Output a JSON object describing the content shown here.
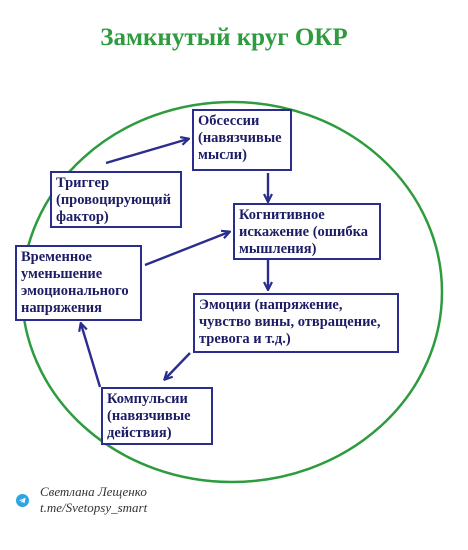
{
  "title": "Замкнутый круг ОКР",
  "colors": {
    "title": "#2e9b3e",
    "circle": "#2e9b3e",
    "box_border": "#2b2d8e",
    "arrow": "#2b2d8e",
    "text": "#1d1d66",
    "telegram": "#2ca5e0"
  },
  "boxes": {
    "trigger": [
      "Триггер",
      "(провоцирующий",
      "фактор)"
    ],
    "obsessions": [
      "Обсессии",
      "(навязчивые",
      "мысли)"
    ],
    "cognitive": [
      "Когнитивное",
      "искажение (ошибка",
      "мышления)"
    ],
    "emotions": [
      "Эмоции (напряжение,",
      "чувство вины, отвращение,",
      "тревога и т.д.)"
    ],
    "compulsions": [
      "Компульсии",
      "(навязчивые",
      "действия)"
    ],
    "relief": [
      "Временное",
      "уменьшение",
      "эмоционального",
      "напряжения"
    ]
  },
  "footer": {
    "icon": "telegram-icon",
    "author": "Светлана Лещенко",
    "link": "t.me/Svetopsy_smart"
  }
}
